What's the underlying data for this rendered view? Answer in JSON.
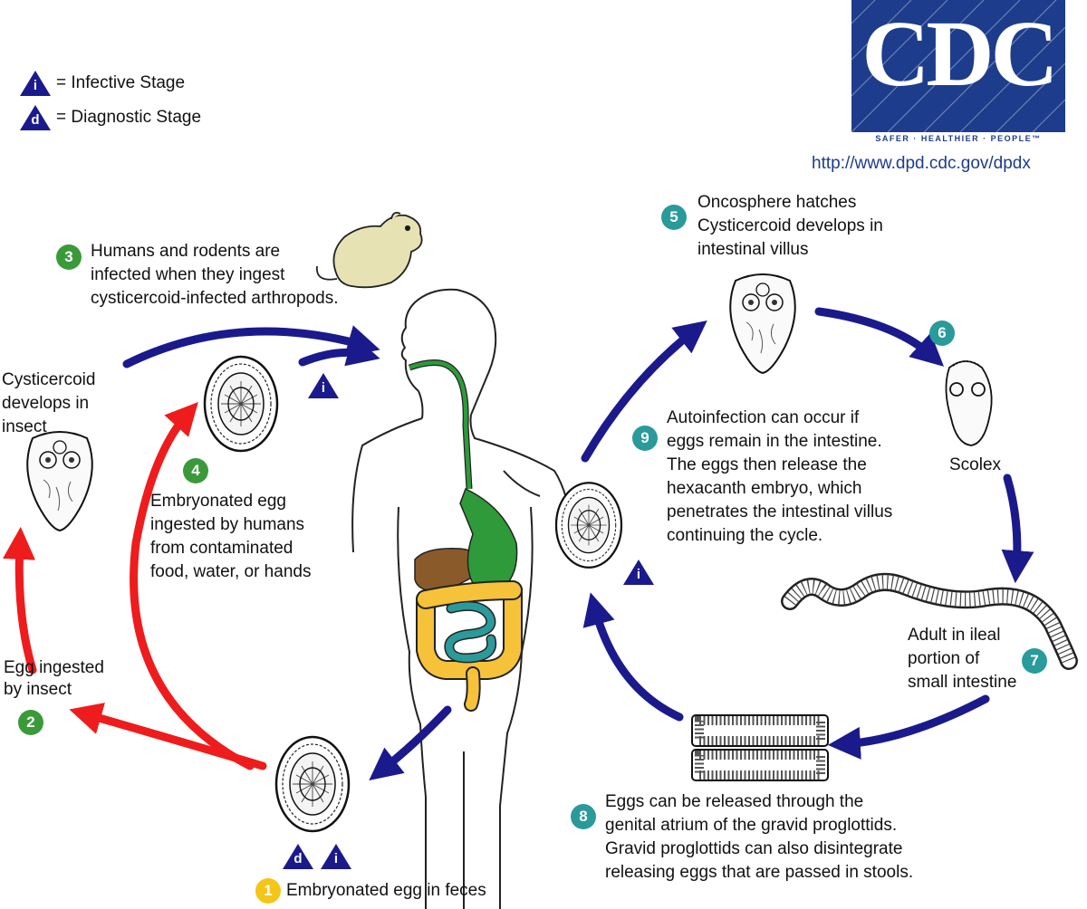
{
  "legend": {
    "infective": {
      "symbol": "i",
      "label": "= Infective Stage"
    },
    "diagnostic": {
      "symbol": "d",
      "label": "= Diagnostic Stage"
    }
  },
  "branding": {
    "logo": "CDC",
    "tagline": "SAFER · HEALTHIER · PEOPLE™",
    "url": "http://www.dpd.cdc.gov/dpdx"
  },
  "stages": [
    {
      "number": "1",
      "color": "#f5c518",
      "lines": [
        "Embryonated egg in feces"
      ]
    },
    {
      "number": "2",
      "color": "#3a9a3a",
      "lines": [
        "Egg ingested",
        "by insect"
      ]
    },
    {
      "number": "3",
      "color": "#3a9a3a",
      "lines": [
        "Humans and rodents are",
        "infected when they ingest",
        "cysticercoid-infected arthropods."
      ]
    },
    {
      "number": "4",
      "color": "#3a9a3a",
      "lines": [
        "Embryonated egg",
        "ingested by humans",
        "from contaminated",
        "food, water, or hands"
      ]
    },
    {
      "number": "5",
      "color": "#2a9a9a",
      "lines": [
        "Oncosphere hatches",
        "Cysticercoid develops in",
        "intestinal villus"
      ]
    },
    {
      "number": "6",
      "color": "#2a9a9a",
      "lines": []
    },
    {
      "number": "7",
      "color": "#2a9a9a",
      "lines": [
        "Adult in ileal",
        "portion of",
        "small intestine"
      ]
    },
    {
      "number": "8",
      "color": "#2a9a9a",
      "lines": [
        "Eggs can be released through the",
        "genital atrium of the gravid proglottids.",
        "Gravid proglottids can also disintegrate",
        "releasing eggs that are passed in stools."
      ]
    },
    {
      "number": "9",
      "color": "#2a9a9a",
      "lines": [
        "Autoinfection can occur if",
        "eggs remain in the intestine.",
        "The eggs then release the",
        "hexacanth embryo, which",
        "penetrates the intestinal villus",
        "continuing the cycle."
      ]
    }
  ],
  "labels": {
    "cysticercoid_insect": [
      "Cysticercoid",
      "develops in",
      "insect"
    ],
    "scolex": "Scolex"
  },
  "colors": {
    "human_path_arrow": "#1a1a8c",
    "insect_path_arrow": "#ee1c1c",
    "stomach": "#2e9a3a",
    "liver": "#8a5a2a",
    "colon": "#f5c23a",
    "small_intestine": "#2a9a9a",
    "rodent": "#e6e2b4"
  }
}
